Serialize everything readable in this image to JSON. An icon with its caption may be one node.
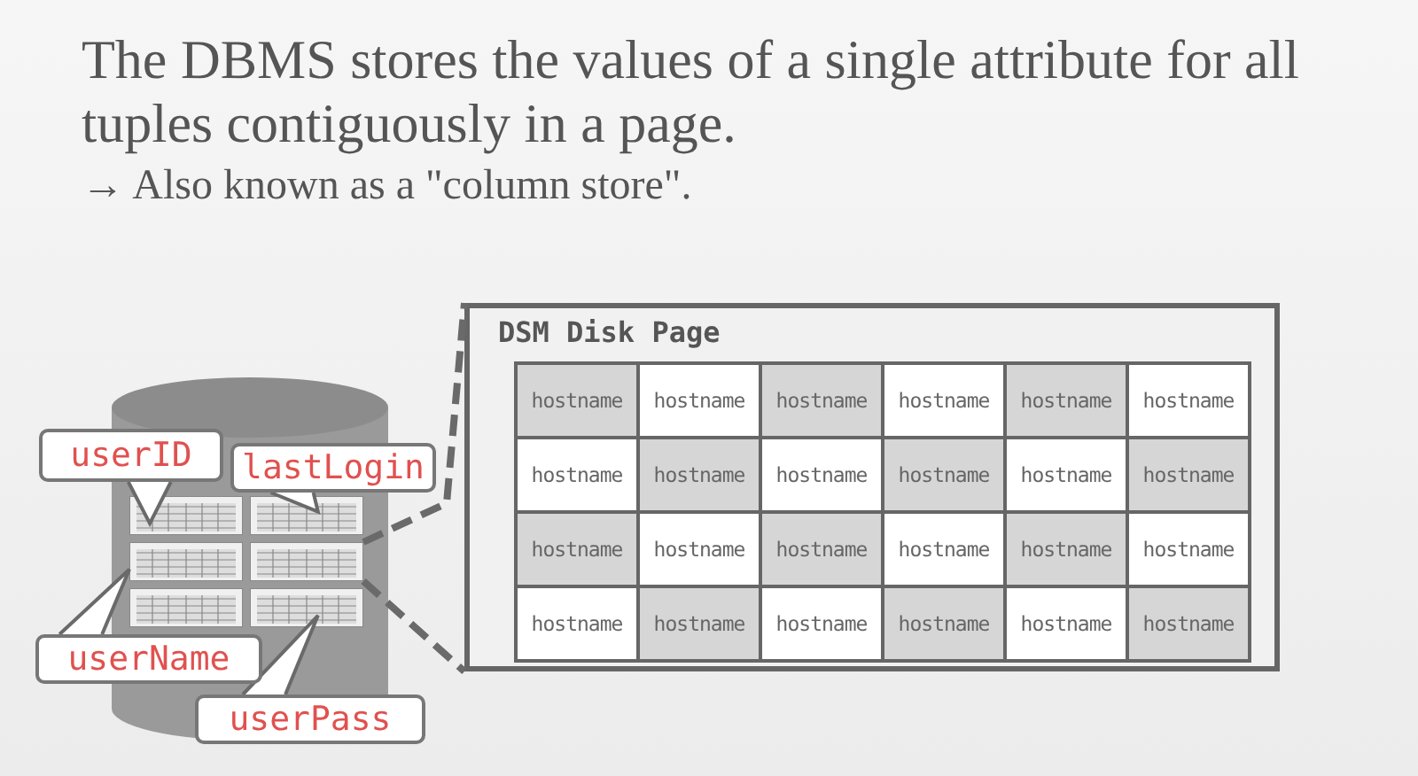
{
  "diagram": {
    "title": "The DBMS stores the values of a single attribute for all tuples contiguously in a page.",
    "nodes": [
      {
        "text": [],
        "shape": "cylinder"
      },
      {
        "text": [],
        "shape": "picture",
        "in": 0
      },
      {
        "text": [],
        "shape": "picture",
        "in": 0
      },
      {
        "text": [],
        "shape": "picture",
        "in": 0
      },
      {
        "text": [],
        "shape": "picture",
        "in": 0
      },
      {
        "text": [],
        "shape": "picture",
        "in": 0
      },
      {
        "text": [],
        "shape": "picture",
        "in": 0
      },
      {
        "text": [
          "userID"
        ]
      },
      {
        "text": [
          "lastLogin"
        ]
      },
      {
        "text": [
          "userName"
        ]
      },
      {
        "text": [
          "userPass"
        ]
      },
      {
        "text": [
          "DSM Disk Page"
        ]
      }
    ],
    "edges": [
      {
        "from": 7,
        "to": 1,
        "arrow": "to"
      },
      {
        "from": 8,
        "to": 2,
        "arrow": "to"
      },
      {
        "from": 9,
        "to": 3,
        "arrow": "to"
      },
      {
        "from": 10,
        "to": 6,
        "arrow": "to"
      },
      {
        "from": 4,
        "to": 11,
        "arrow": "none",
        "style": "dashed"
      },
      {
        "from": 4,
        "to": 11,
        "arrow": "none",
        "style": "dashed"
      }
    ],
    "labels": [
      "→ Also known as a \"column store\".",
      "hostname",
      "hostname",
      "hostname",
      "hostname",
      "hostname",
      "hostname",
      "hostname",
      "hostname",
      "hostname",
      "hostname",
      "hostname",
      "hostname",
      "hostname",
      "hostname",
      "hostname",
      "hostname",
      "hostname",
      "hostname",
      "hostname",
      "hostname",
      "hostname",
      "hostname",
      "hostname",
      "hostname"
    ]
  }
}
